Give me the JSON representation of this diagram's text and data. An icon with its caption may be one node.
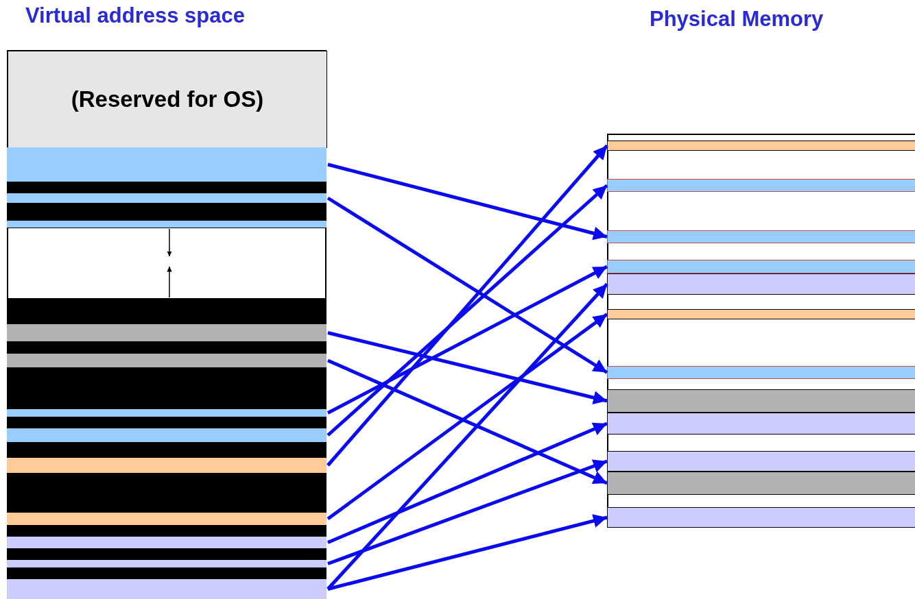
{
  "diagram": {
    "nodes": [
      {
        "text": [],
        "shape": "box"
      },
      {
        "text": [
          "(Reserved for OS)"
        ],
        "in": 0
      },
      {
        "text": [],
        "shape": "bar",
        "in": 0
      },
      {
        "text": [],
        "shape": "bar",
        "in": 0
      },
      {
        "text": [],
        "shape": "bar",
        "in": 0
      },
      {
        "text": [],
        "shape": "bar",
        "in": 0
      },
      {
        "text": [],
        "shape": "bar",
        "in": 0
      },
      {
        "text": [],
        "shape": "bar",
        "in": 0
      },
      {
        "text": [],
        "shape": "bar",
        "in": 0
      },
      {
        "text": [],
        "shape": "bar",
        "in": 0
      },
      {
        "text": [],
        "shape": "bar",
        "in": 0
      },
      {
        "text": [],
        "shape": "bar",
        "in": 0
      },
      {
        "text": [],
        "shape": "bar",
        "in": 0
      },
      {
        "text": [],
        "shape": "bar",
        "in": 0
      },
      {
        "text": [],
        "shape": "bar",
        "in": 0
      },
      {
        "text": [],
        "shape": "bar",
        "in": 0
      },
      {
        "text": [],
        "shape": "bar",
        "in": 0
      },
      {
        "text": [],
        "shape": "bar",
        "in": 0
      },
      {
        "text": [],
        "shape": "bar",
        "in": 0
      },
      {
        "text": [],
        "shape": "bar",
        "in": 0
      },
      {
        "text": [],
        "shape": "bar",
        "in": 0
      },
      {
        "text": [],
        "shape": "bar",
        "in": 0
      },
      {
        "text": [],
        "shape": "bar",
        "in": 0
      },
      {
        "text": [],
        "shape": "bar",
        "in": 0
      },
      {
        "text": [],
        "shape": "bar",
        "in": 0
      },
      {
        "text": [],
        "shape": "box"
      },
      {
        "text": [],
        "shape": "bar",
        "in": 25
      },
      {
        "text": [],
        "shape": "bar",
        "in": 25
      },
      {
        "text": [],
        "shape": "bar",
        "in": 25
      },
      {
        "text": [],
        "shape": "bar",
        "in": 25
      },
      {
        "text": [],
        "shape": "bar",
        "in": 25
      },
      {
        "text": [],
        "shape": "bar",
        "in": 25
      },
      {
        "text": [],
        "shape": "bar",
        "in": 25
      },
      {
        "text": [],
        "shape": "bar",
        "in": 25
      },
      {
        "text": [],
        "shape": "bar",
        "in": 25
      },
      {
        "text": [],
        "shape": "bar",
        "in": 25
      },
      {
        "text": [],
        "shape": "bar",
        "in": 25
      },
      {
        "text": [],
        "shape": "bar",
        "in": 25
      }
    ],
    "edges": [
      {
        "from": 2,
        "to": 28,
        "arrow": "to"
      },
      {
        "from": 4,
        "to": 32,
        "arrow": "to"
      },
      {
        "from": 8,
        "to": 33,
        "arrow": "to"
      },
      {
        "from": 10,
        "to": 36,
        "arrow": "to"
      },
      {
        "from": 12,
        "to": 29,
        "arrow": "to"
      },
      {
        "from": 14,
        "to": 27,
        "arrow": "to"
      },
      {
        "from": 16,
        "to": 26,
        "arrow": "to"
      },
      {
        "from": 18,
        "to": 31,
        "arrow": "to"
      },
      {
        "from": 20,
        "to": 34,
        "arrow": "to"
      },
      {
        "from": 22,
        "to": 35,
        "arrow": "to"
      },
      {
        "from": 24,
        "to": 37,
        "arrow": "to"
      },
      {
        "from": 24,
        "to": 30,
        "arrow": "to"
      }
    ],
    "labels": [
      "Virtual address space",
      "Physical Memory"
    ]
  }
}
